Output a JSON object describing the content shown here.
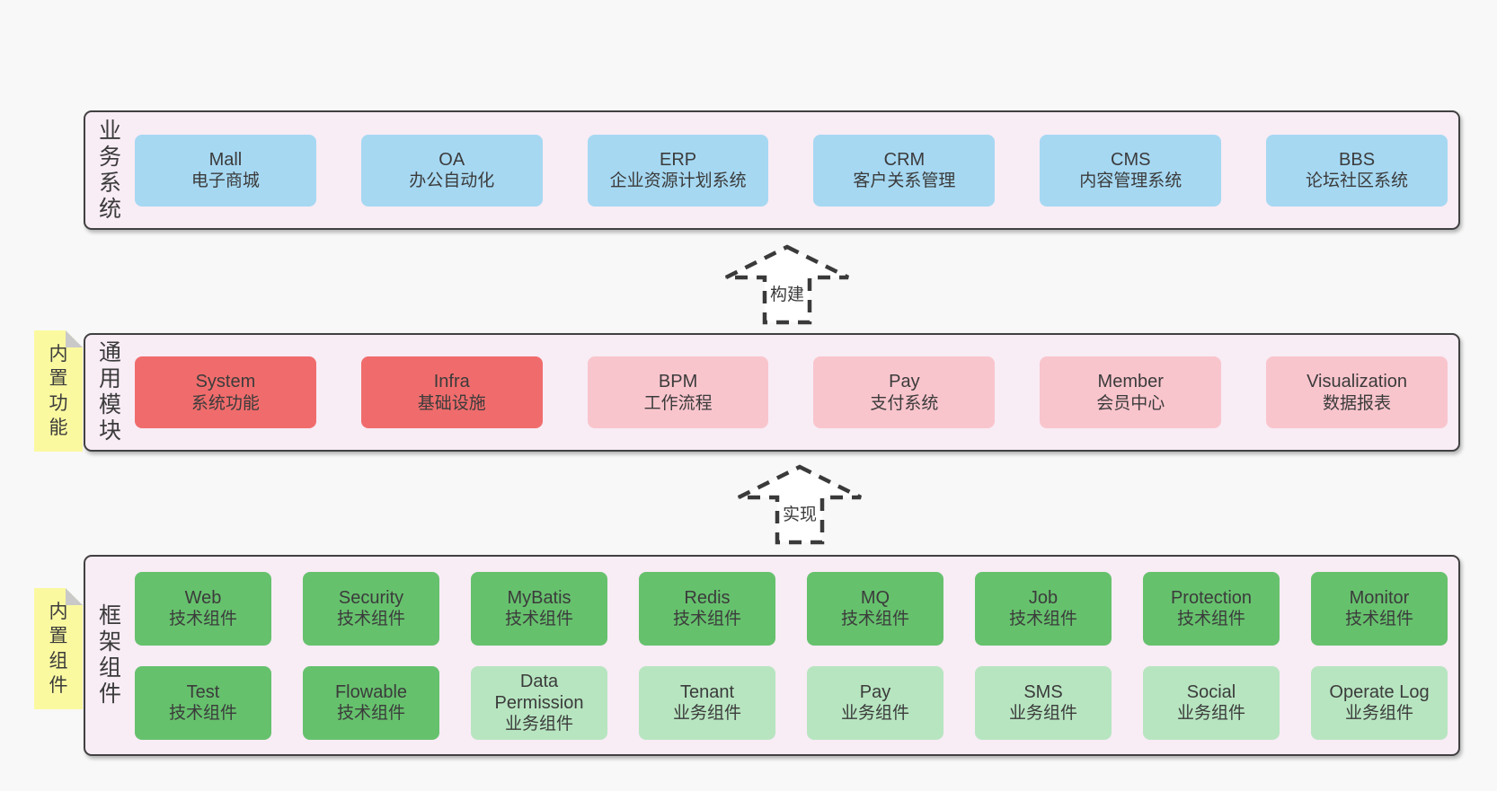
{
  "colors": {
    "page_bg": "#f8f8f8",
    "band_bg": "#f8ecf5",
    "band_border": "#414141",
    "text": "#3b3b3b",
    "blue": "#a6d8f2",
    "red": "#f06c6c",
    "pink": "#f9c5cd",
    "green": "#66c16d",
    "lightgreen": "#b7e5c0",
    "sticky_bg": "#fbf9a0",
    "sticky_fold": "#c9c9c9",
    "arrow_stroke": "#3a3a3a"
  },
  "arrows": [
    {
      "label": "构建"
    },
    {
      "label": "实现"
    }
  ],
  "bands": [
    {
      "label": "业务系统",
      "rows": [
        [
          {
            "en": "Mall",
            "zh": "电子商城",
            "color": "blue"
          },
          {
            "en": "OA",
            "zh": "办公自动化",
            "color": "blue"
          },
          {
            "en": "ERP",
            "zh": "企业资源计划系统",
            "color": "blue"
          },
          {
            "en": "CRM",
            "zh": "客户关系管理",
            "color": "blue"
          },
          {
            "en": "CMS",
            "zh": "内容管理系统",
            "color": "blue"
          },
          {
            "en": "BBS",
            "zh": "论坛社区系统",
            "color": "blue"
          }
        ]
      ]
    },
    {
      "label": "通用模块",
      "sticky": "内置功能",
      "rows": [
        [
          {
            "en": "System",
            "zh": "系统功能",
            "color": "red"
          },
          {
            "en": "Infra",
            "zh": "基础设施",
            "color": "red"
          },
          {
            "en": "BPM",
            "zh": "工作流程",
            "color": "pink"
          },
          {
            "en": "Pay",
            "zh": "支付系统",
            "color": "pink"
          },
          {
            "en": "Member",
            "zh": "会员中心",
            "color": "pink"
          },
          {
            "en": "Visualization",
            "zh": "数据报表",
            "color": "pink"
          }
        ]
      ]
    },
    {
      "label": "框架组件",
      "sticky": "内置组件",
      "rows": [
        [
          {
            "en": "Web",
            "zh": "技术组件",
            "color": "green"
          },
          {
            "en": "Security",
            "zh": "技术组件",
            "color": "green"
          },
          {
            "en": "MyBatis",
            "zh": "技术组件",
            "color": "green"
          },
          {
            "en": "Redis",
            "zh": "技术组件",
            "color": "green"
          },
          {
            "en": "MQ",
            "zh": "技术组件",
            "color": "green"
          },
          {
            "en": "Job",
            "zh": "技术组件",
            "color": "green"
          },
          {
            "en": "Protection",
            "zh": "技术组件",
            "color": "green"
          },
          {
            "en": "Monitor",
            "zh": "技术组件",
            "color": "green"
          }
        ],
        [
          {
            "en": "Test",
            "zh": "技术组件",
            "color": "green"
          },
          {
            "en": "Flowable",
            "zh": "技术组件",
            "color": "green"
          },
          {
            "en": "Data Permission",
            "zh": "业务组件",
            "color": "lightgreen"
          },
          {
            "en": "Tenant",
            "zh": "业务组件",
            "color": "lightgreen"
          },
          {
            "en": "Pay",
            "zh": "业务组件",
            "color": "lightgreen"
          },
          {
            "en": "SMS",
            "zh": "业务组件",
            "color": "lightgreen"
          },
          {
            "en": "Social",
            "zh": "业务组件",
            "color": "lightgreen"
          },
          {
            "en": "Operate Log",
            "zh": "业务组件",
            "color": "lightgreen"
          }
        ]
      ]
    }
  ]
}
